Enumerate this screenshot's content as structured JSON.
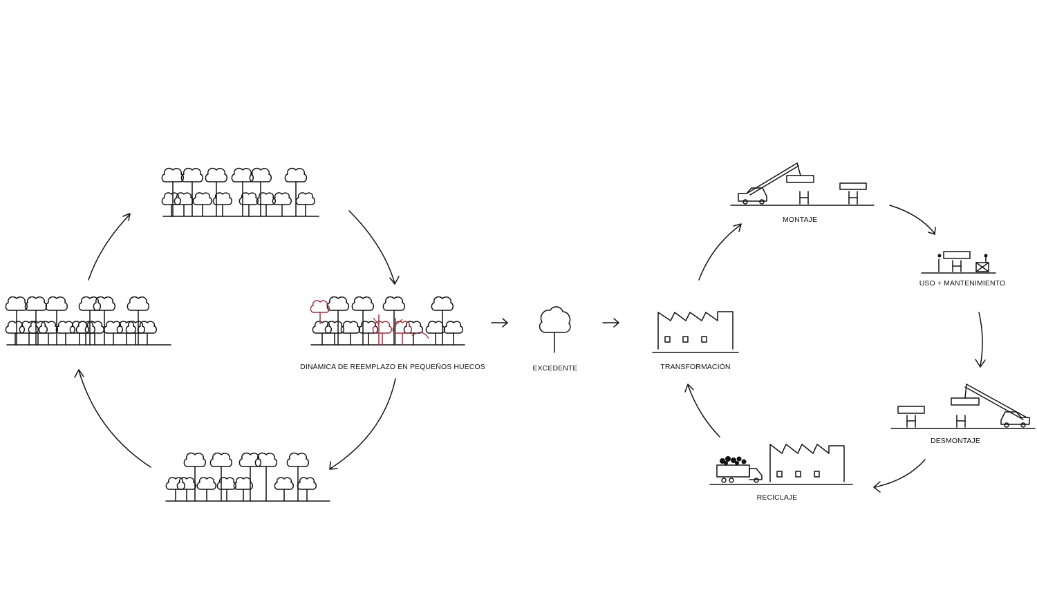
{
  "colors": {
    "ink": "#111111",
    "highlight": "#9b2f3a",
    "background": "#ffffff"
  },
  "labels": {
    "gap_dynamics": "DINÁMICA DE REEMPLAZO EN PEQUEÑOS HUECOS",
    "surplus": "EXCEDENTE",
    "transformation": "TRANSFORMACIÓN",
    "assembly": "MONTAJE",
    "use_maintenance": "USO + MANTENIMIENTO",
    "disassembly": "DESMONTAJE",
    "recycling": "RECICLAJE"
  },
  "icons": [
    "tree-icon",
    "forest-icon",
    "factory-icon",
    "crane-truck-icon",
    "dump-truck-icon",
    "building-module-icon",
    "worker-icon",
    "arrow-icon"
  ]
}
